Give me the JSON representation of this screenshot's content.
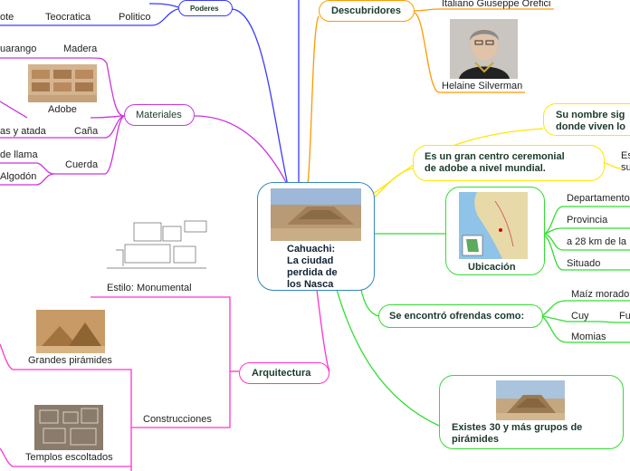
{
  "center": {
    "title": "Cahuachi:\nLa ciudad\nperdida de\nlos Nasca"
  },
  "poderes": {
    "label": "Poderes",
    "items": [
      "ote",
      "Teocratica",
      "Politico"
    ]
  },
  "materiales": {
    "label": "Materiales",
    "madera": {
      "label": "Madera",
      "child": "uarango"
    },
    "adobe": {
      "label": "Adobe"
    },
    "cana": {
      "label": "Caña",
      "child": "as y atada"
    },
    "cuerda": {
      "label": "Cuerda",
      "children": [
        "de llama",
        "Algodón"
      ]
    }
  },
  "arquitectura": {
    "label": "Arquitectura",
    "estilo": "Estilo: Monumental",
    "grandes": "Grandes pirámides",
    "construcciones": "Construcciones",
    "templos": "Templos escoltados"
  },
  "descubridores": {
    "label": "Descubridores",
    "items": [
      "Italiano Giuseppe Orefici",
      "Helaine Silverman"
    ]
  },
  "significado": {
    "text": "Su nombre sig\ndonde viven lo"
  },
  "centro": {
    "text": "Es un gran centro ceremonial\nde adobe a nivel mundial.",
    "child": "Es\nsu"
  },
  "ubicacion": {
    "label": "Ubicación",
    "items": [
      "Departamento",
      "Provincia",
      "a 28 km de la",
      "Situado"
    ]
  },
  "ofrendas": {
    "label": "Se encontró ofrendas como:",
    "items": [
      "Maíz morado",
      "Cuy",
      "Momias"
    ],
    "cuy_child": "Fu"
  },
  "grupos": {
    "text": "Existes 30 y más grupos de\npirámides"
  },
  "colors": {
    "blue": "#3a3aff",
    "orange": "#ff9900",
    "yellow": "#ffe600",
    "green": "#33dd33",
    "magenta": "#ff33cc",
    "purple": "#cc33dd",
    "center_border": "#3388bb"
  }
}
